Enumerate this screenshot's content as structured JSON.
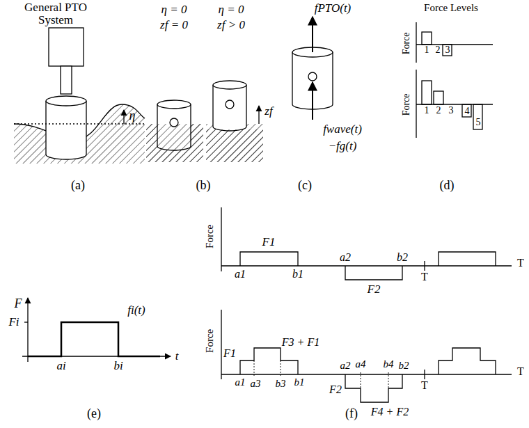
{
  "diagram": {
    "labels": [
      "General PTO System",
      "η",
      "(a)",
      "η = 0",
      "η = 0",
      "zf = 0",
      "zf > 0",
      "zf",
      "(b)",
      "fPTO(t)",
      "fwave(t)",
      "−fg(t)",
      "(c)",
      "Force Levels",
      "Force",
      "1",
      "2",
      "3",
      "Force",
      "1",
      "2",
      "3",
      "4",
      "5",
      "(d)",
      "F",
      "Fi",
      "fi(t)",
      "ai",
      "bi",
      "t",
      "(e)",
      "Force",
      "F1",
      "a1",
      "b1",
      "a2",
      "b2",
      "F2",
      "T",
      "T",
      "Force",
      "F1",
      "F3 + F1",
      "a1",
      "a3",
      "b3",
      "b1",
      "a2",
      "a4",
      "b4",
      "b2",
      "F2",
      "F4 + F2",
      "T",
      "T",
      "(f)"
    ]
  }
}
